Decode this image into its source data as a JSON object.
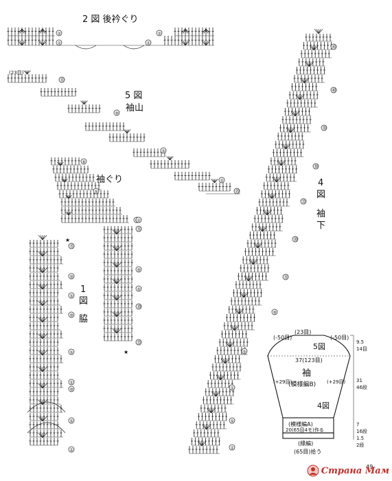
{
  "chart2": {
    "title": "2 図  後衿ぐり",
    "markers_left": [
      "②",
      "①"
    ],
    "markers_right": [
      "②",
      "①"
    ]
  },
  "chart5": {
    "title_num": "5 図",
    "title": "袖山",
    "row_note": "(23目)",
    "markers": [
      "⑮",
      "⑩",
      "⑤",
      "①",
      "㉓"
    ]
  },
  "chart_armhole": {
    "title": "袖ぐり",
    "markers": [
      "⑧",
      "⑤",
      "①"
    ]
  },
  "chart1": {
    "title_num": "1",
    "title_fig": "図",
    "title": "脇",
    "markers_left": [
      "⑮",
      "⑩",
      "⑤",
      "⑩",
      "⑤",
      "①",
      "⑩",
      "⑤",
      "①"
    ],
    "markers_right": [
      "①",
      "⑮",
      "⑩",
      "⑤",
      "⑳",
      "㉕"
    ]
  },
  "chart4": {
    "title_num": "4",
    "title_fig": "図",
    "title": "袖",
    "title2": "下",
    "markers": [
      "㊺",
      "㊵",
      "㉟",
      "㉚",
      "㉕",
      "⑳",
      "⑮",
      "⑩",
      "⑤",
      "①",
      "⑤",
      "①"
    ]
  },
  "schematic": {
    "top_count": "(23目)",
    "left_count": "(-50目)",
    "right_count": "(-50目)",
    "fig_ref_top": "5図",
    "width_label": "37(123目)",
    "main_title": "袖",
    "main_subtitle": "(模様編B)",
    "side_left": "(+29目)",
    "side_right": "(+29目)",
    "fig_ref_bottom": "4図",
    "band_title": "(模様編A)",
    "band_sub": "20(65目4モ)作る",
    "hem_title": "(縁編)",
    "hem_sub": "(65目)拾う",
    "right_labels": [
      "9.5",
      "14目",
      "31",
      "46段",
      "7",
      "16段",
      "1.5",
      "2段"
    ]
  },
  "page_number": "49",
  "watermark": "Страна Мам"
}
